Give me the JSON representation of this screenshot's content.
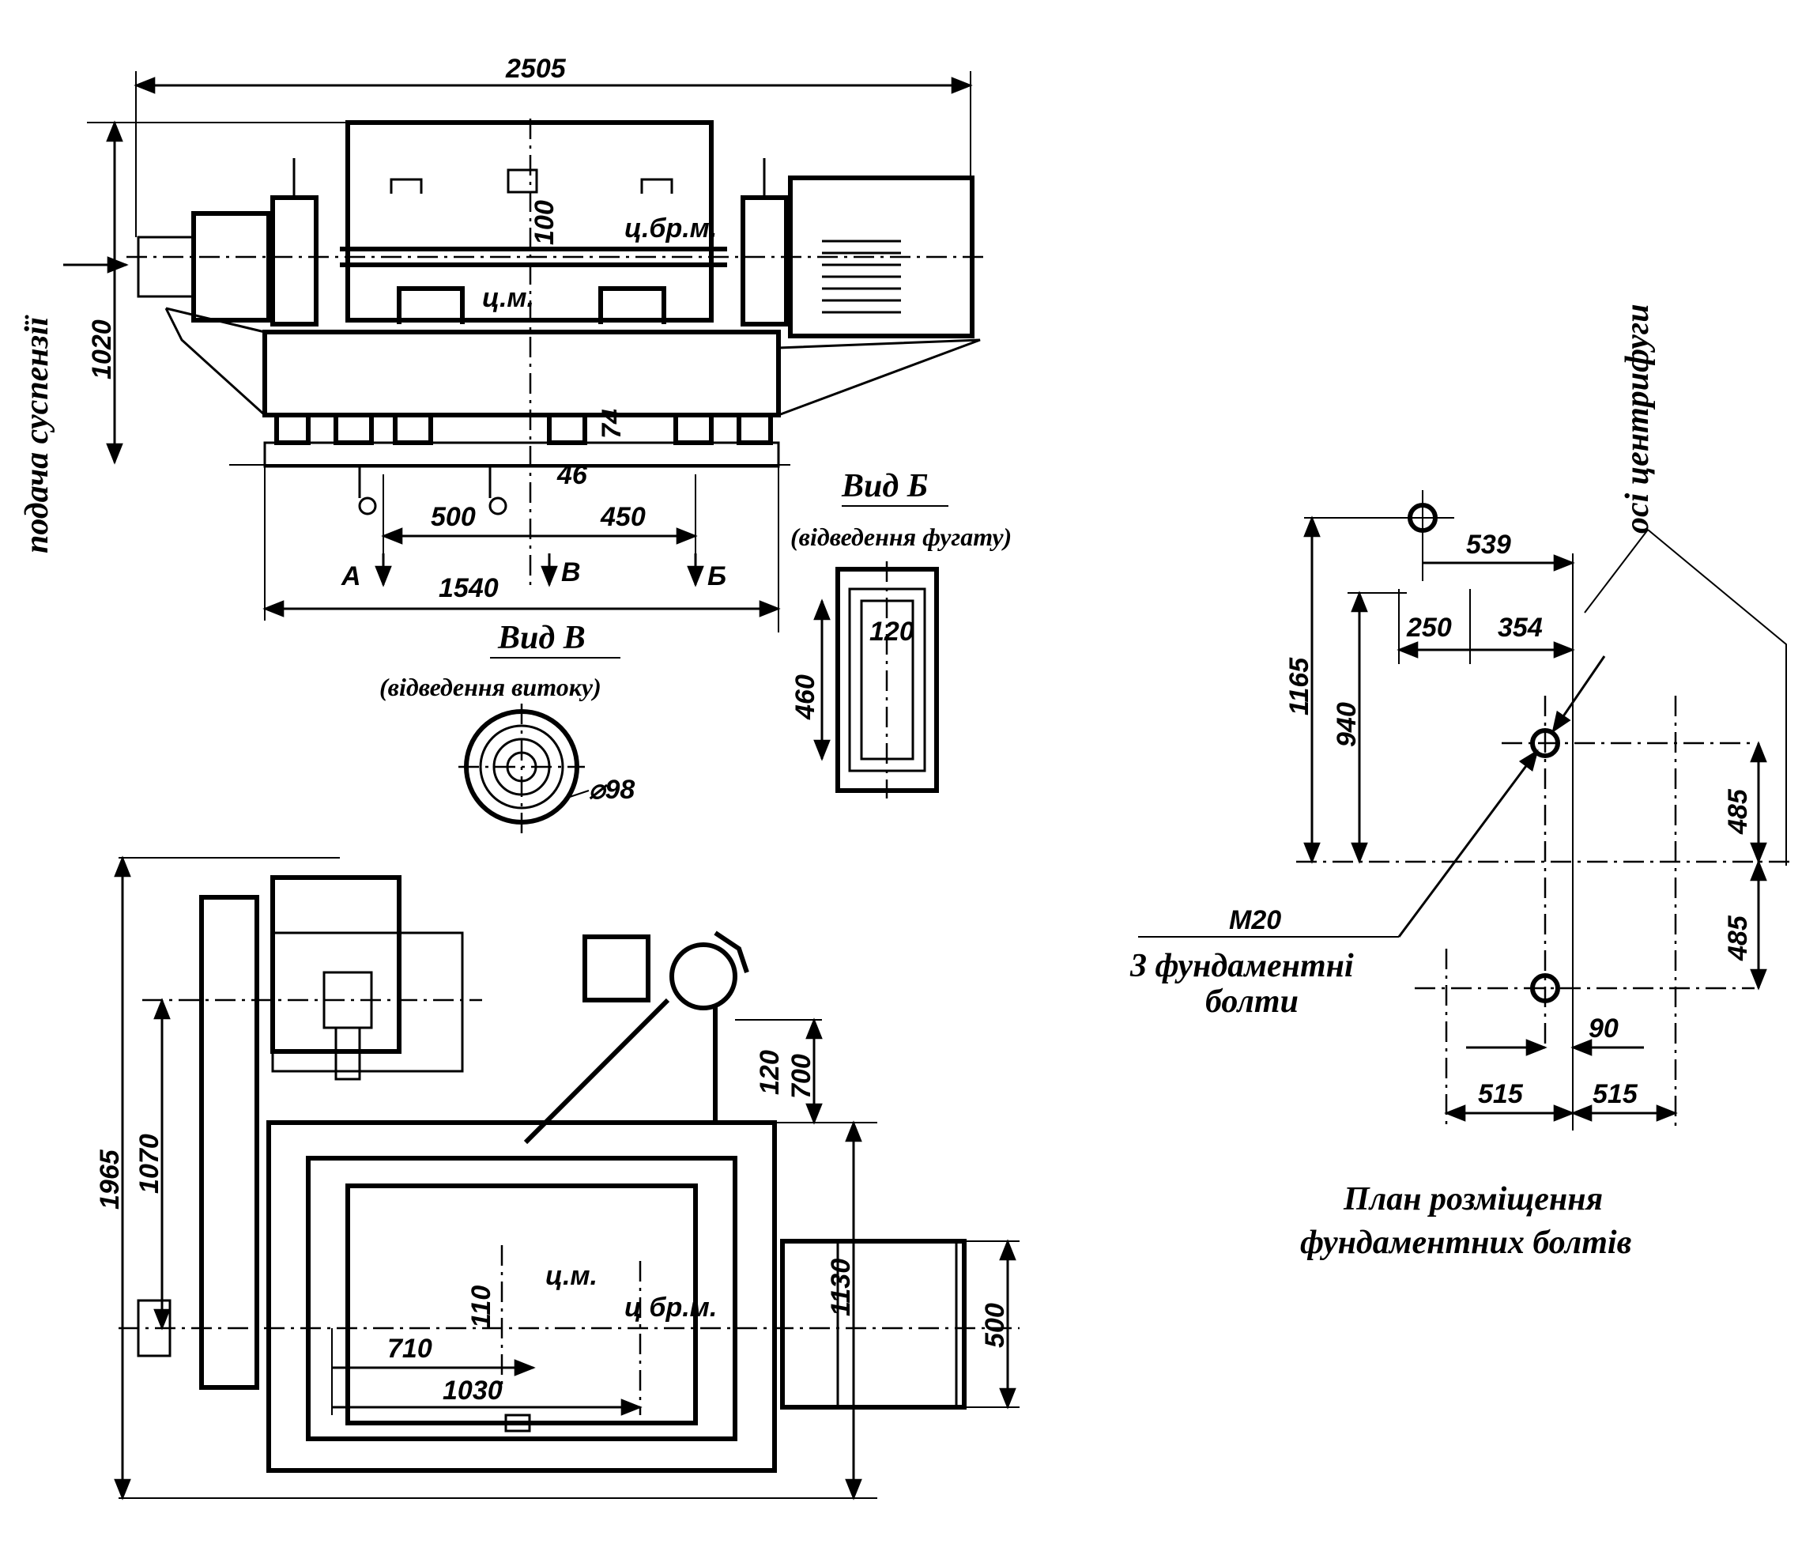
{
  "side_view": {
    "dim_overall_length": "2505",
    "dim_height": "1020",
    "feed_label": "подача суспензії",
    "center_rotation_label": "ц.бр.м.",
    "center_mass_label": "ц.м.",
    "dim_100": "100",
    "dim_74": "74",
    "dim_46": "46",
    "dim_500": "500",
    "dim_450": "450",
    "dim_1540": "1540",
    "view_a": "A",
    "view_b": "В",
    "view_c": "Б"
  },
  "view_b": {
    "title": "Вид Б",
    "subtitle": "(відведення фугату)",
    "dim_width": "120",
    "dim_height": "460"
  },
  "view_v": {
    "title": "Вид В",
    "subtitle": "(відведення витоку)",
    "dim_diameter": "⌀98"
  },
  "plan_view": {
    "dim_1965": "1965",
    "dim_1070": "1070",
    "dim_710": "710",
    "dim_1030": "1030",
    "dim_110": "110",
    "dim_120": "120",
    "dim_700": "700",
    "dim_1130": "1130",
    "dim_500": "500",
    "center_mass_label": "ц.м.",
    "center_rotation_label": "ц бр.м."
  },
  "bolt_plan": {
    "axes_label": "осі центрифуги",
    "dim_539": "539",
    "dim_250": "250",
    "dim_354": "354",
    "dim_1165": "1165",
    "dim_940": "940",
    "dim_485_top": "485",
    "dim_485_bottom": "485",
    "dim_90": "90",
    "dim_515_left": "515",
    "dim_515_right": "515",
    "bolt_spec": "M20",
    "bolt_note_line1": "3 фундаментні",
    "bolt_note_line2": "болти",
    "caption_line1": "План розміщення",
    "caption_line2": "фундаментних болтів"
  }
}
